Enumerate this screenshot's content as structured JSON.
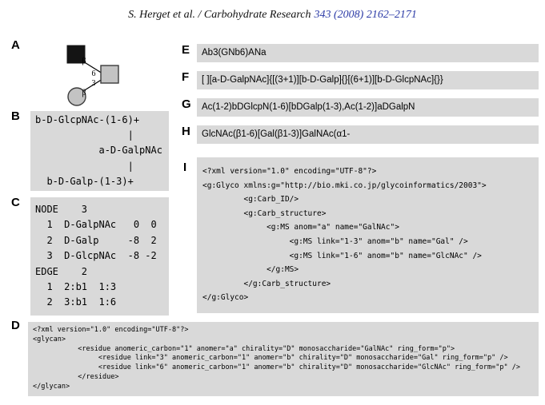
{
  "header": {
    "journal_line": "S. Herget et al. / Carbohydrate Research",
    "citation_link": "343 (2008) 2162–2171"
  },
  "colors": {
    "panel_bg": "#d9d9d9",
    "link_blue": "#2b3aa6",
    "symbol_dark": "#141414",
    "symbol_gray": "#c3c3c3",
    "symbol_stroke": "#3c3c3c"
  },
  "panels": {
    "a": {
      "label": "A",
      "top_anomer": "β",
      "top_position": "6",
      "bottom_anomer": "β",
      "bottom_position": "3",
      "residue_icons": [
        "glcnac-filled-square",
        "galnac-shaded-square",
        "gal-shaded-circle"
      ]
    },
    "b": {
      "label": "B",
      "lines": [
        "b-D-GlcpNAc-(1-6)+",
        "                |",
        "           a-D-GalpNAc",
        "                |",
        "  b-D-Galp-(1-3)+"
      ]
    },
    "c": {
      "label": "C",
      "lines": [
        "NODE    3",
        "  1  D-GalpNAc   0  0",
        "  2  D-Galp     -8  2",
        "  3  D-GlcpNAc  -8 -2",
        "EDGE    2",
        "  1  2:b1  1:3",
        "  2  3:b1  1:6"
      ]
    },
    "d": {
      "label": "D",
      "lines": [
        "<?xml version=\"1.0\" encoding=\"UTF-8\"?>",
        "<glycan>",
        "           <residue anomeric_carbon=\"1\" anomer=\"a\" chirality=\"D\" monosaccharide=\"GalNAc\" ring_form=\"p\">",
        "                <residue link=\"3\" anomeric_carbon=\"1\" anomer=\"b\" chirality=\"D\" monosaccharide=\"Gal\" ring_form=\"p\" />",
        "                <residue link=\"6\" anomeric_carbon=\"1\" anomer=\"b\" chirality=\"D\" monosaccharide=\"GlcNAc\" ring_form=\"p\" />",
        "           </residue>",
        "</glycan>"
      ]
    },
    "e": {
      "label": "E",
      "text": "Ab3(GNb6)ANa"
    },
    "f": {
      "label": "F",
      "text": "[ ][a-D-GalpNAc]{[(3+1)][b-D-Galp]{}[(6+1)][b-D-GlcpNAc]{}}"
    },
    "g": {
      "label": "G",
      "text": "Ac(1-2)bDGlcpN(1-6)[bDGalp(1-3),Ac(1-2)]aDGalpN"
    },
    "h": {
      "label": "H",
      "text": "GlcNAc(β1-6)[Gal(β1-3)]GalNAc(α1-"
    },
    "i": {
      "label": "I",
      "lines": [
        "<?xml version=\"1.0\" encoding=\"UTF-8\"?>",
        "<g:Glyco xmlns:g=\"http://bio.mki.co.jp/glycoinformatics/2003\">",
        "         <g:Carb_ID/>",
        "         <g:Carb_structure>",
        "              <g:MS anom=\"a\" name=\"GalNAc\">",
        "                   <g:MS link=\"1-3\" anom=\"b\" name=\"Gal\" />",
        "                   <g:MS link=\"1-6\" anom=\"b\" name=\"GlcNAc\" />",
        "              </g:MS>",
        "         </g:Carb_structure>",
        "</g:Glyco>"
      ]
    }
  }
}
